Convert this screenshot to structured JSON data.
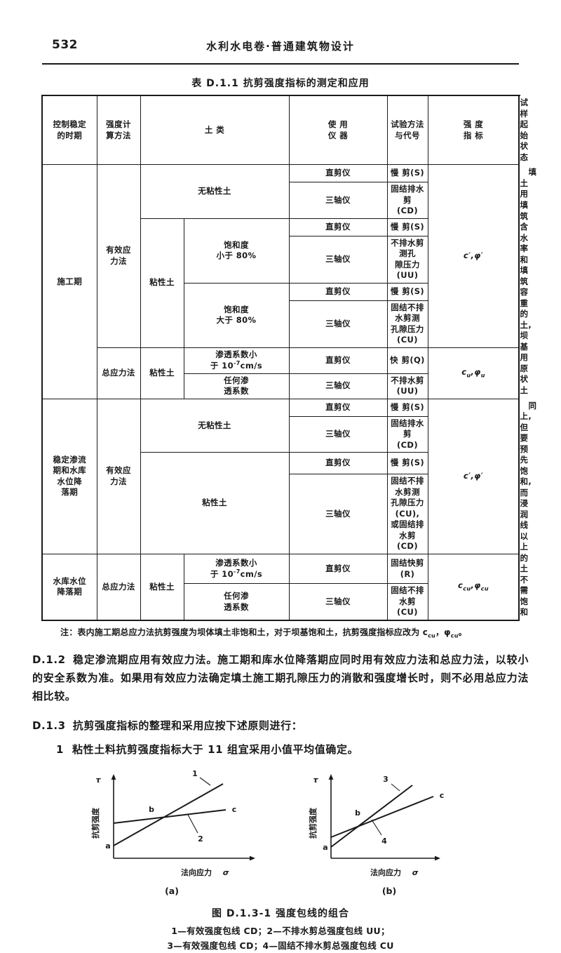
{
  "header": {
    "page_number": "532",
    "running_title": "水利水电卷·普通建筑物设计"
  },
  "table": {
    "title": "表 D.1.1   抗剪强度指标的测定和应用",
    "columns": [
      "控制稳定\n的时期",
      "强度计\n算方法",
      "土  类",
      "使  用\n仪  器",
      "试验方法与代号",
      "强  度\n指  标",
      "试样起始状态"
    ],
    "headers": {
      "c1a": "控制稳定",
      "c1b": "的时期",
      "c2a": "强度计",
      "c2b": "算方法",
      "c3": "土    类",
      "c4a": "使  用",
      "c4b": "仪  器",
      "c5": "试验方法与代号",
      "c6a": "强  度",
      "c6b": "指  标",
      "c7": "试样起始状态"
    },
    "rows": {
      "period1": "施工期",
      "period2": "稳定渗流\n期和水库\n水位降\n落期",
      "period2_l1": "稳定渗流",
      "period2_l2": "期和水库",
      "period2_l3": "水位降",
      "period2_l4": "落期",
      "period3_l1": "水库水位",
      "period3_l2": "降落期",
      "method_eff_l1": "有效应",
      "method_eff_l2": "力法",
      "method_total": "总应力法",
      "soil_noncoh": "无粘性土",
      "soil_coh": "粘性土",
      "sat_lt_l1": "饱和度",
      "sat_lt_l2": "小于 80%",
      "sat_gt_l1": "饱和度",
      "sat_gt_l2": "大于 80%",
      "perm_small_l1": "渗透系数小",
      "perm_small_l2": "于 10⁻⁷cm/s",
      "perm_any_l1": "任何渗",
      "perm_any_l2": "透系数",
      "dev_direct": "直剪仪",
      "dev_triax": "三轴仪",
      "m_slow": "慢  剪(S)",
      "m_cd_l1": "固结排水剪",
      "m_cd_l2": "(CD)",
      "m_uu_pore_l1": "不排水剪测孔",
      "m_uu_pore_l2": "隙压力(UU)",
      "m_cu_pore_l1": "固结不排水剪测",
      "m_cu_pore_l2": "孔隙压力(CU)",
      "m_quick_q": "快  剪(Q)",
      "m_uu": "不排水剪(UU)",
      "m_cu_or_cd_l1": "固结不排水剪测",
      "m_cu_or_cd_l2": "孔隙压力(CU),",
      "m_cu_or_cd_l3": "或固结排水剪",
      "m_cu_or_cd_l4": "(CD)",
      "m_r": "固结快剪(R)",
      "m_cu_l1": "固结不排水剪",
      "m_cu_l2": "(CU)",
      "state1_l1": "填土用填筑含水",
      "state1_l2": "率和填筑容重的土,",
      "state1_l3": "坝基用原状土",
      "state2_l1": "同上,但要预先饱",
      "state2_l2": "和,而浸润线以上的",
      "state2_l3": "土不需饱和"
    },
    "indices": {
      "eff": "c′,φ′",
      "u": "c",
      "u_sub": "u",
      "u_phi": "φ",
      "u_phi_sub": "u",
      "cu": "c",
      "cu_sub": "cu",
      "cu_phi": "φ",
      "cu_phi_sub": "cu"
    }
  },
  "note": {
    "text": "注：表内施工期总应力法抗剪强度为坝体填土非饱和土，对于坝基饱和土，抗剪强度指标应改为 c",
    "sub1": "cu",
    "mid": "，φ",
    "sub2": "cu",
    "tail": "。"
  },
  "paragraphs": [
    {
      "number": "D.1.2",
      "text": "稳定渗流期应用有效应力法。施工期和库水位降落期应同时用有效应力法和总应力法，以较小的安全系数为准。如果用有效应力法确定填土施工期孔隙压力的消散和强度增长时，则不必用总应力法相比较。"
    },
    {
      "number": "D.1.3",
      "text": "抗剪强度指标的整理和采用应按下述原则进行："
    }
  ],
  "item": {
    "number": "1",
    "text": "粘性土料抗剪强度指标大于 11 组宜采用小值平均值确定。"
  },
  "figure": {
    "caption": "图 D.1.3-1   强度包线的组合",
    "legend_line1": "1—有效强度包线 CD；2—不排水剪总强度包线 UU；",
    "legend_line2": "3—有效强度包线 CD；4—固结不排水剪总强度包线 CU",
    "panel_a": {
      "label": "(a)",
      "y_axis": "抗剪强度",
      "y_axis_sym": "τ",
      "x_axis": "法向应力",
      "x_axis_sym": "σ",
      "curve1_label": "1",
      "curve2_label": "2",
      "point_a": "a",
      "point_b": "b",
      "point_c": "c"
    },
    "panel_b": {
      "label": "(b)",
      "y_axis": "抗剪强度",
      "y_axis_sym": "τ",
      "x_axis": "法向应力",
      "x_axis_sym": "σ",
      "curve3_label": "3",
      "curve4_label": "4",
      "point_a": "a",
      "point_b": "b",
      "point_c": "c"
    }
  }
}
